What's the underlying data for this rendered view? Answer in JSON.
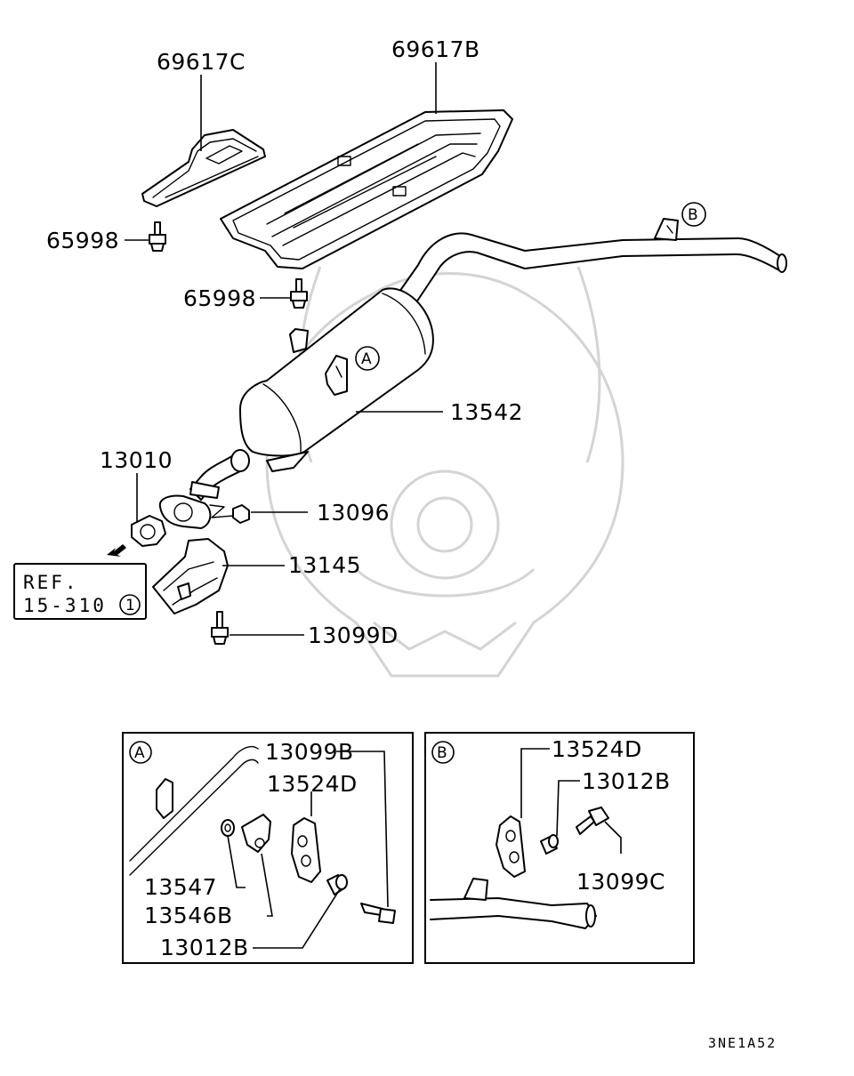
{
  "callouts": {
    "p69617C": "69617C",
    "p69617B": "69617B",
    "p65998_a": "65998",
    "p65998_b": "65998",
    "p13542": "13542",
    "p13010": "13010",
    "p13096": "13096",
    "p13145": "13145",
    "p13099D": "13099D"
  },
  "reference": {
    "line1": "REF.",
    "line2": "15-310",
    "circle": "1"
  },
  "markers": {
    "a": "A",
    "b": "B"
  },
  "detail_a": {
    "marker": "A",
    "p13099B": "13099B",
    "p13524D": "13524D",
    "p13547": "13547",
    "p13546B": "13546B",
    "p13012B": "13012B"
  },
  "detail_b": {
    "marker": "B",
    "p13524D": "13524D",
    "p13012B": "13012B",
    "p13099C": "13099C"
  },
  "diagram_code": "3NE1A52"
}
